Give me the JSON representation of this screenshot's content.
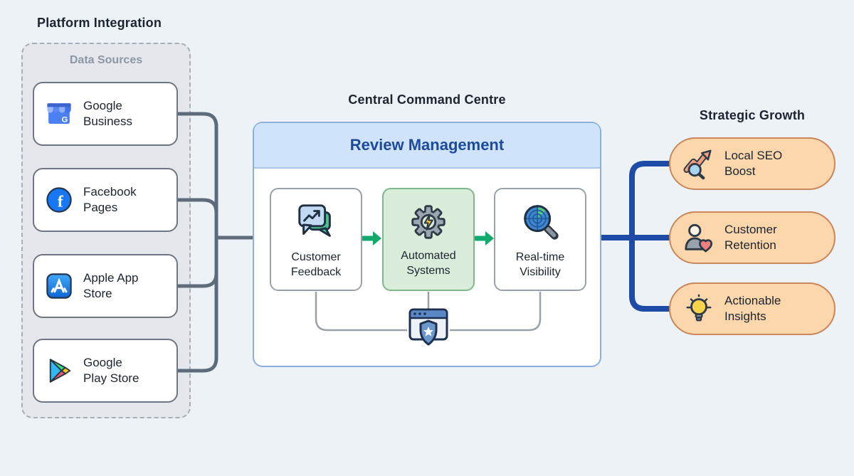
{
  "colors": {
    "background": "#edf2f6",
    "panel_fill": "#e4e8ec",
    "panel_border": "#a7aeb9",
    "card_border": "#6e7683",
    "connector_gray": "#5d6b7a",
    "connector_blue": "#1d4ba6",
    "inner_connector": "#9aa1a9",
    "center_border": "#8cb0de",
    "center_header_fill": "#cfe3fa",
    "center_header_line": "#aac7ea",
    "center_title_color": "#1c4b9e",
    "step_border": "#9aa1a9",
    "automated_fill": "#d9edda",
    "automated_border": "#7db88a",
    "arrow_green": "#12a96e",
    "pill_fill": "#fbd7ab",
    "pill_border": "#c9875a",
    "text_dark": "#1c2430",
    "muted_label": "#8c96a4"
  },
  "left": {
    "title": "Platform Integration",
    "group_label": "Data Sources",
    "sources": [
      {
        "label_line1": "Google",
        "label_line2": "Business",
        "icon": "google-business-icon"
      },
      {
        "label_line1": "Facebook",
        "label_line2": "Pages",
        "icon": "facebook-icon"
      },
      {
        "label_line1": "Apple App",
        "label_line2": "Store",
        "icon": "apple-app-store-icon"
      },
      {
        "label_line1": "Google",
        "label_line2": "Play Store",
        "icon": "google-play-icon"
      }
    ]
  },
  "center": {
    "title": "Central Command Centre",
    "header": "Review Management",
    "steps": [
      {
        "label_line1": "Customer",
        "label_line2": "Feedback",
        "icon": "customer-feedback-icon"
      },
      {
        "label_line1": "Automated",
        "label_line2": "Systems",
        "icon": "automated-systems-icon"
      },
      {
        "label_line1": "Real-time",
        "label_line2": "Visibility",
        "icon": "realtime-visibility-icon"
      }
    ],
    "footer_icon": "secure-dashboard-icon"
  },
  "right": {
    "title": "Strategic Growth",
    "outcomes": [
      {
        "label_line1": "Local SEO",
        "label_line2": "Boost",
        "icon": "seo-boost-icon"
      },
      {
        "label_line1": "Customer",
        "label_line2": "Retention",
        "icon": "customer-retention-icon"
      },
      {
        "label_line1": "Actionable",
        "label_line2": "Insights",
        "icon": "actionable-insights-icon"
      }
    ]
  }
}
